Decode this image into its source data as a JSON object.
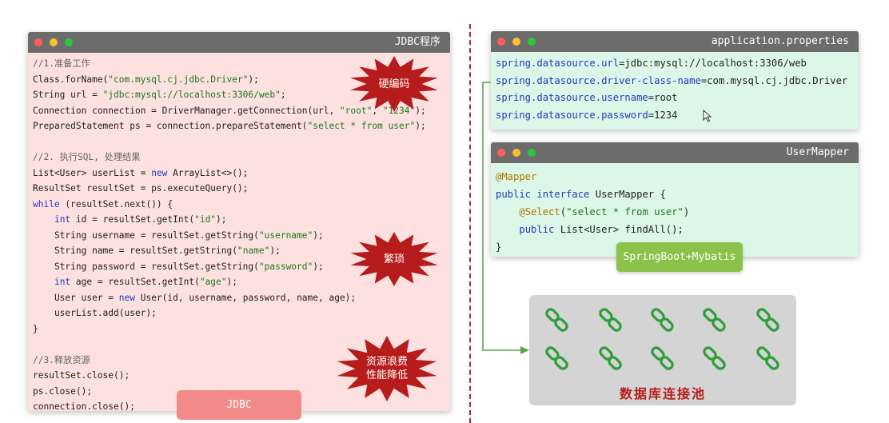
{
  "jdbc_window": {
    "title": "JDBC程序",
    "lines": [
      [
        {
          "t": "//1.准备工作",
          "c": "c"
        }
      ],
      [
        {
          "t": "Class.forName("
        },
        {
          "t": "\"com.mysql.cj.jdbc.Driver\"",
          "c": "s"
        },
        {
          "t": ");"
        }
      ],
      [
        {
          "t": "String url = "
        },
        {
          "t": "\"jdbc:mysql://localhost:3306/web\"",
          "c": "s"
        },
        {
          "t": ";"
        }
      ],
      [
        {
          "t": "Connection connection = DriverManager.getConnection(url, "
        },
        {
          "t": "\"root\"",
          "c": "s"
        },
        {
          "t": ", "
        },
        {
          "t": "\"1234\"",
          "c": "s"
        },
        {
          "t": ");"
        }
      ],
      [
        {
          "t": "PreparedStatement ps = connection.prepareStatement("
        },
        {
          "t": "\"select * from user\"",
          "c": "s"
        },
        {
          "t": ");"
        }
      ],
      [
        {
          "t": ""
        }
      ],
      [
        {
          "t": "//2. 执行SQL, 处理结果",
          "c": "c"
        }
      ],
      [
        {
          "t": "List<User> userList = "
        },
        {
          "t": "new",
          "c": "k"
        },
        {
          "t": " ArrayList<>();"
        }
      ],
      [
        {
          "t": "ResultSet resultSet = ps.executeQuery();"
        }
      ],
      [
        {
          "t": "while",
          "c": "k"
        },
        {
          "t": " (resultSet.next()) {"
        }
      ],
      [
        {
          "t": "    "
        },
        {
          "t": "int",
          "c": "k"
        },
        {
          "t": " id = resultSet.getInt("
        },
        {
          "t": "\"id\"",
          "c": "s"
        },
        {
          "t": ");"
        }
      ],
      [
        {
          "t": "    String username = resultSet.getString("
        },
        {
          "t": "\"username\"",
          "c": "s"
        },
        {
          "t": ");"
        }
      ],
      [
        {
          "t": "    String name = resultSet.getString("
        },
        {
          "t": "\"name\"",
          "c": "s"
        },
        {
          "t": ");"
        }
      ],
      [
        {
          "t": "    String password = resultSet.getString("
        },
        {
          "t": "\"password\"",
          "c": "s"
        },
        {
          "t": ");"
        }
      ],
      [
        {
          "t": "    "
        },
        {
          "t": "int",
          "c": "k"
        },
        {
          "t": " age = resultSet.getInt("
        },
        {
          "t": "\"age\"",
          "c": "s"
        },
        {
          "t": ");"
        }
      ],
      [
        {
          "t": "    User user = "
        },
        {
          "t": "new",
          "c": "k"
        },
        {
          "t": " User(id, username, password, name, age);"
        }
      ],
      [
        {
          "t": "    userList.add(user);"
        }
      ],
      [
        {
          "t": "}"
        }
      ],
      [
        {
          "t": ""
        }
      ],
      [
        {
          "t": "//3.释放资源",
          "c": "c"
        }
      ],
      [
        {
          "t": "resultSet.close();"
        }
      ],
      [
        {
          "t": "ps.close();"
        }
      ],
      [
        {
          "t": "connection.close();"
        }
      ]
    ],
    "label": "JDBC"
  },
  "bursts": {
    "hardcode": "硬编码",
    "tedious": "繁琐",
    "waste": "资源浪费\n性能降低"
  },
  "properties_window": {
    "title": "application.properties",
    "lines": [
      [
        {
          "t": "spring.datasource.url",
          "c": "k"
        },
        {
          "t": "=jdbc:mysql://localhost:3306/web"
        }
      ],
      [
        {
          "t": "spring.datasource.driver-class-name",
          "c": "k"
        },
        {
          "t": "=com.mysql.cj.jdbc.Driver"
        }
      ],
      [
        {
          "t": "spring.datasource.username",
          "c": "k"
        },
        {
          "t": "=root"
        }
      ],
      [
        {
          "t": "spring.datasource.password",
          "c": "k"
        },
        {
          "t": "=1234"
        }
      ]
    ]
  },
  "mapper_window": {
    "title": "UserMapper",
    "lines": [
      [
        {
          "t": "@Mapper",
          "c": "a"
        }
      ],
      [
        {
          "t": "public interface",
          "c": "k"
        },
        {
          "t": " UserMapper {"
        }
      ],
      [
        {
          "t": "    "
        },
        {
          "t": "@Select",
          "c": "a"
        },
        {
          "t": "("
        },
        {
          "t": "\"select * from user\"",
          "c": "s"
        },
        {
          "t": ")"
        }
      ],
      [
        {
          "t": "    "
        },
        {
          "t": "public",
          "c": "k"
        },
        {
          "t": " List<User> findAll();"
        }
      ],
      [
        {
          "t": "}"
        }
      ]
    ],
    "label": "SpringBoot+Mybatis"
  },
  "pool": {
    "title": "数据库连接池",
    "icon": "link-icon",
    "icon_count": 10
  },
  "colors": {
    "burst": "#b71c1c",
    "divider": "#b02a2a",
    "connector": "#5aa84a",
    "link_icon": "#2e9e3a"
  }
}
